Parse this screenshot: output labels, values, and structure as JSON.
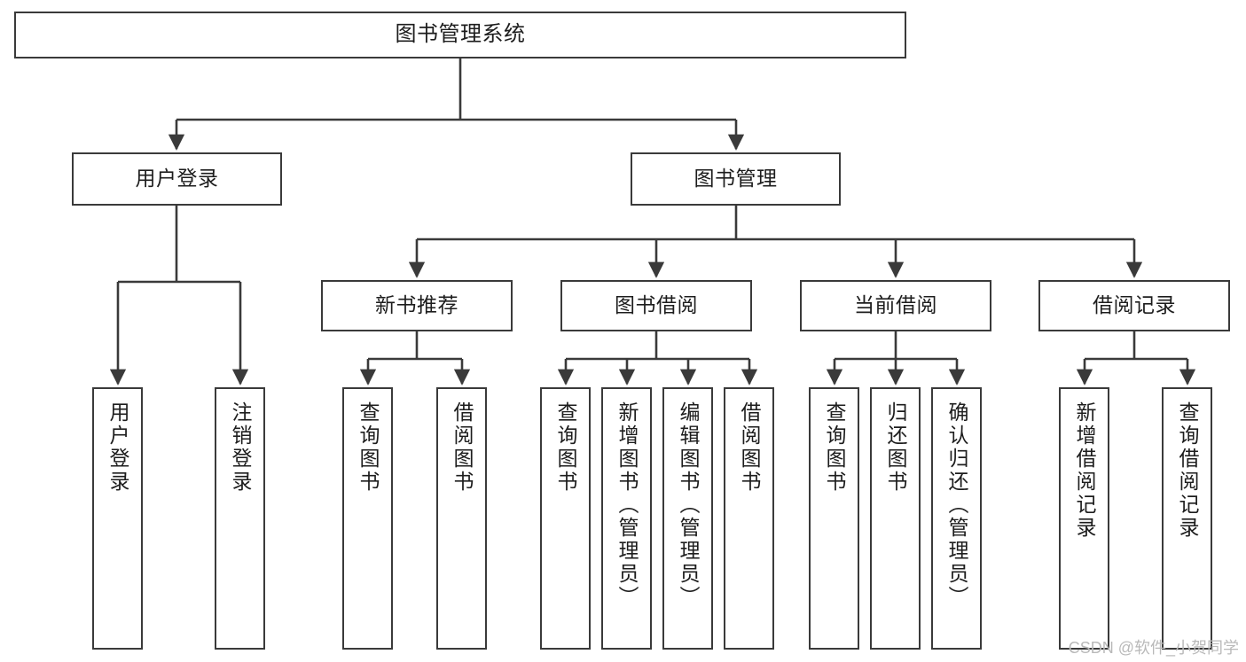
{
  "diagram": {
    "title": "图书管理系统",
    "type": "tree-hierarchy",
    "watermark": "CSDN @软件_小贺同学",
    "colors": {
      "background": "#ffffff",
      "box_border": "#3a3a3a",
      "box_fill": "#ffffff",
      "text": "#1d1d1d",
      "edge": "#3a3a3a",
      "watermark": "#b9b9b9"
    },
    "root": {
      "label": "图书管理系统"
    },
    "level2": [
      {
        "label": "用户登录"
      },
      {
        "label": "图书管理"
      }
    ],
    "level3": [
      {
        "label": "新书推荐"
      },
      {
        "label": "图书借阅"
      },
      {
        "label": "当前借阅"
      },
      {
        "label": "借阅记录"
      }
    ],
    "leaves": {
      "user_login": [
        {
          "label": "用户登录"
        },
        {
          "label": "注销登录"
        }
      ],
      "new_book_recommend": [
        {
          "label": "查询图书"
        },
        {
          "label": "借阅图书"
        }
      ],
      "book_borrow": [
        {
          "label": "查询图书"
        },
        {
          "label": "新增图书（管理员）"
        },
        {
          "label": "编辑图书（管理员）"
        },
        {
          "label": "借阅图书"
        }
      ],
      "current_borrow": [
        {
          "label": "查询图书"
        },
        {
          "label": "归还图书"
        },
        {
          "label": "确认归还（管理员）"
        }
      ],
      "borrow_record": [
        {
          "label": "新增借阅记录"
        },
        {
          "label": "查询借阅记录"
        }
      ]
    }
  }
}
